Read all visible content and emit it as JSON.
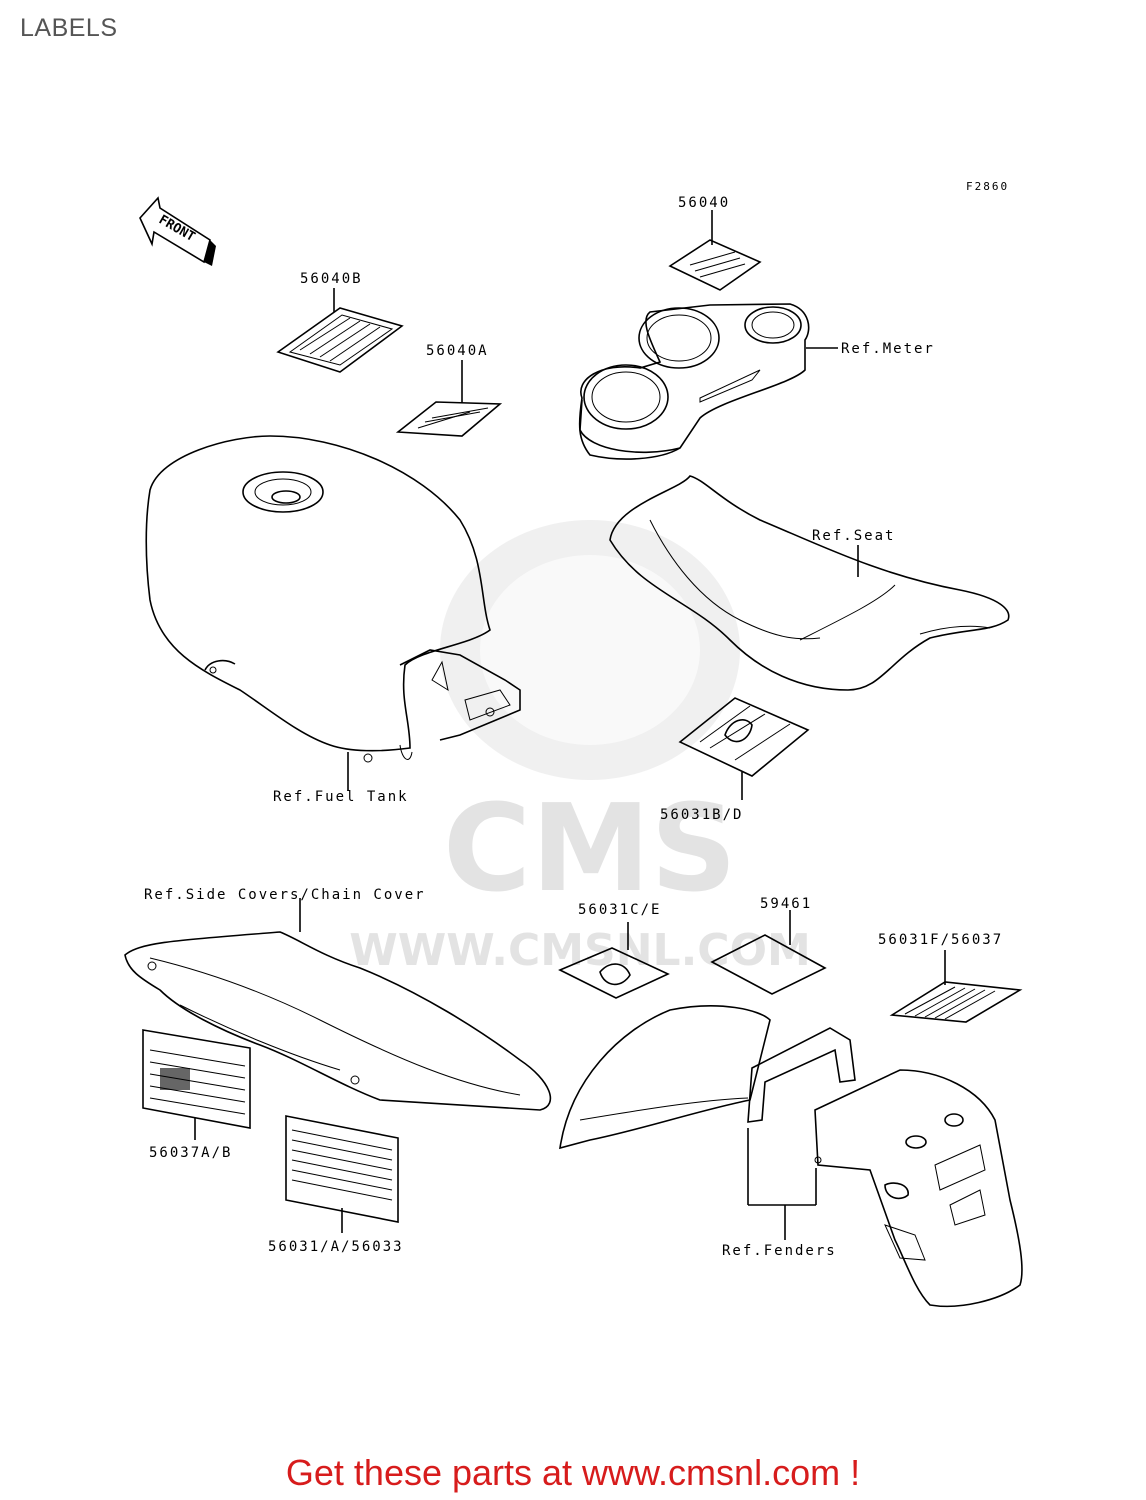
{
  "page_title": "LABELS",
  "figure_code": "F2860",
  "front_arrow_text": "FRONT",
  "watermark": {
    "text": "CMS",
    "url": "WWW.CMSNL.COM"
  },
  "parts": {
    "p56040": "56040",
    "p56040B": "56040B",
    "p56040A": "56040A",
    "ref_meter": "Ref.Meter",
    "ref_seat": "Ref.Seat",
    "ref_fuel_tank": "Ref.Fuel Tank",
    "p56031BD": "56031B/D",
    "ref_side_covers": "Ref.Side Covers/Chain Cover",
    "p56031CE": "56031C/E",
    "p59461": "59461",
    "p56031F": "56031F/56037",
    "p56037AB": "56037A/B",
    "p56031A56033": "56031/A/56033",
    "ref_fenders": "Ref.Fenders"
  },
  "footer": "Get these parts at www.cmsnl.com !",
  "colors": {
    "footer": "#d71c1c",
    "title": "#555555",
    "watermark": "#e3e3e3"
  }
}
